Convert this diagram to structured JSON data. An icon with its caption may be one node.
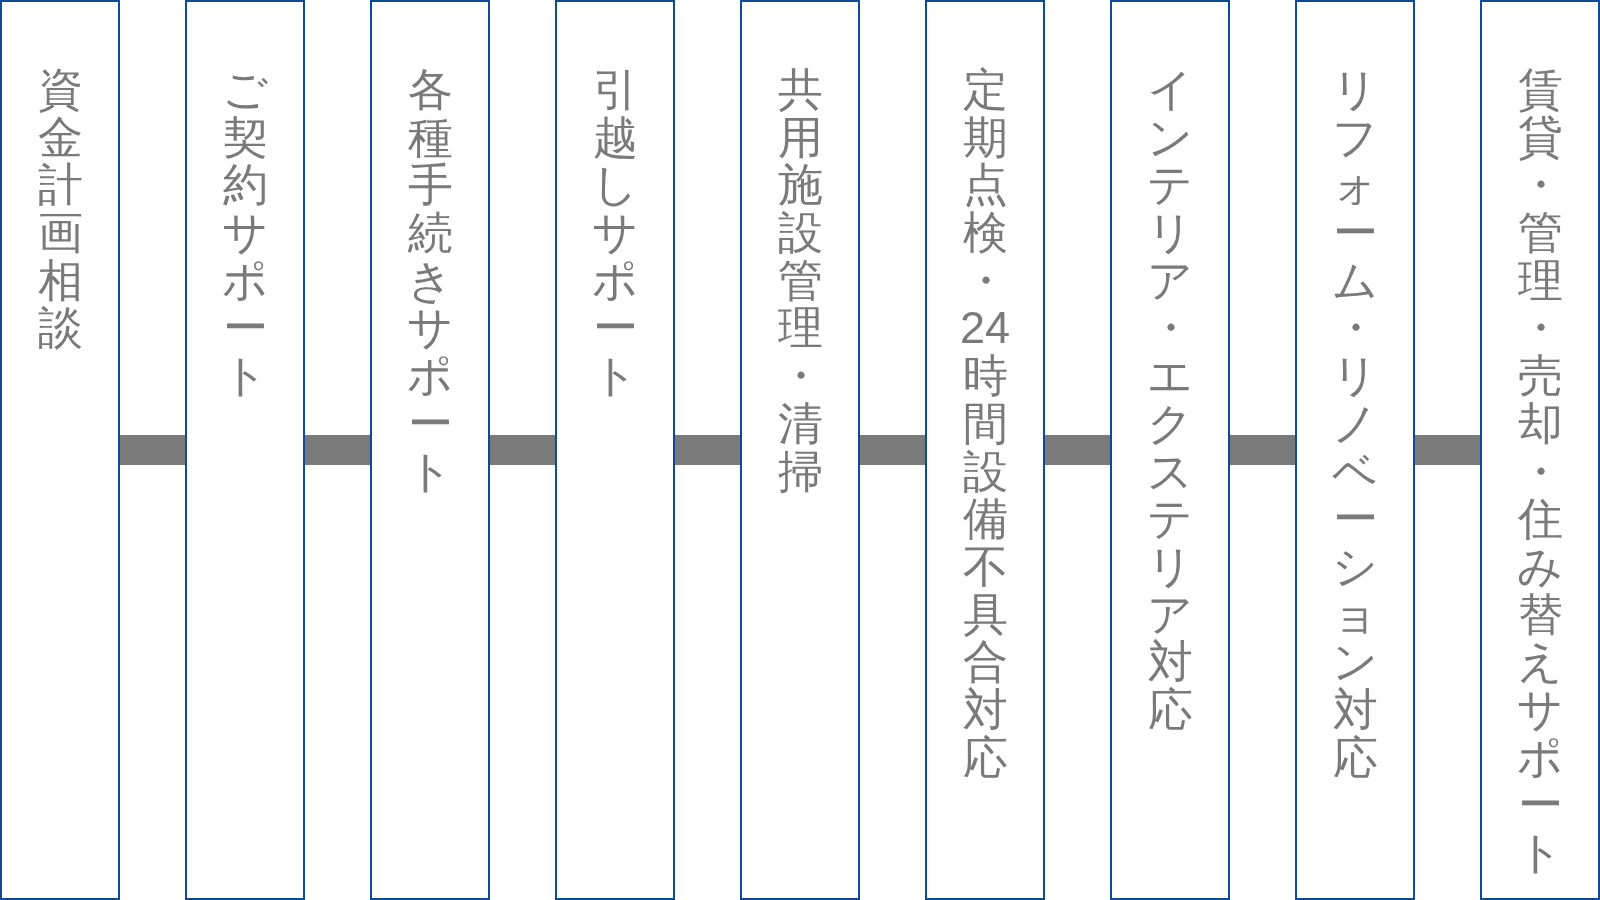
{
  "diagram": {
    "nodes": [
      {
        "text": [
          "資金計画相談"
        ]
      },
      {
        "text": [
          "ご契約サポート"
        ]
      },
      {
        "text": [
          "各種手続きサポート"
        ]
      },
      {
        "text": [
          "引越しサポート"
        ]
      },
      {
        "text": [
          "共用施設管理・清掃"
        ]
      },
      {
        "text": [
          "定期点検・24時間設備不具合対応"
        ]
      },
      {
        "text": [
          "インテリア・エクステリア対応"
        ]
      },
      {
        "text": [
          "リフォーム・リノベーション対応"
        ]
      },
      {
        "text": [
          "賃貸・管理・売却・住み替えサポート"
        ]
      }
    ],
    "edges": [
      {
        "from": 0,
        "to": 1,
        "arrow": "none"
      },
      {
        "from": 1,
        "to": 2,
        "arrow": "none"
      },
      {
        "from": 2,
        "to": 3,
        "arrow": "none"
      },
      {
        "from": 3,
        "to": 4,
        "arrow": "none"
      },
      {
        "from": 4,
        "to": 5,
        "arrow": "none"
      },
      {
        "from": 5,
        "to": 6,
        "arrow": "none"
      },
      {
        "from": 6,
        "to": 7,
        "arrow": "none"
      },
      {
        "from": 7,
        "to": 8,
        "arrow": "none"
      }
    ]
  }
}
